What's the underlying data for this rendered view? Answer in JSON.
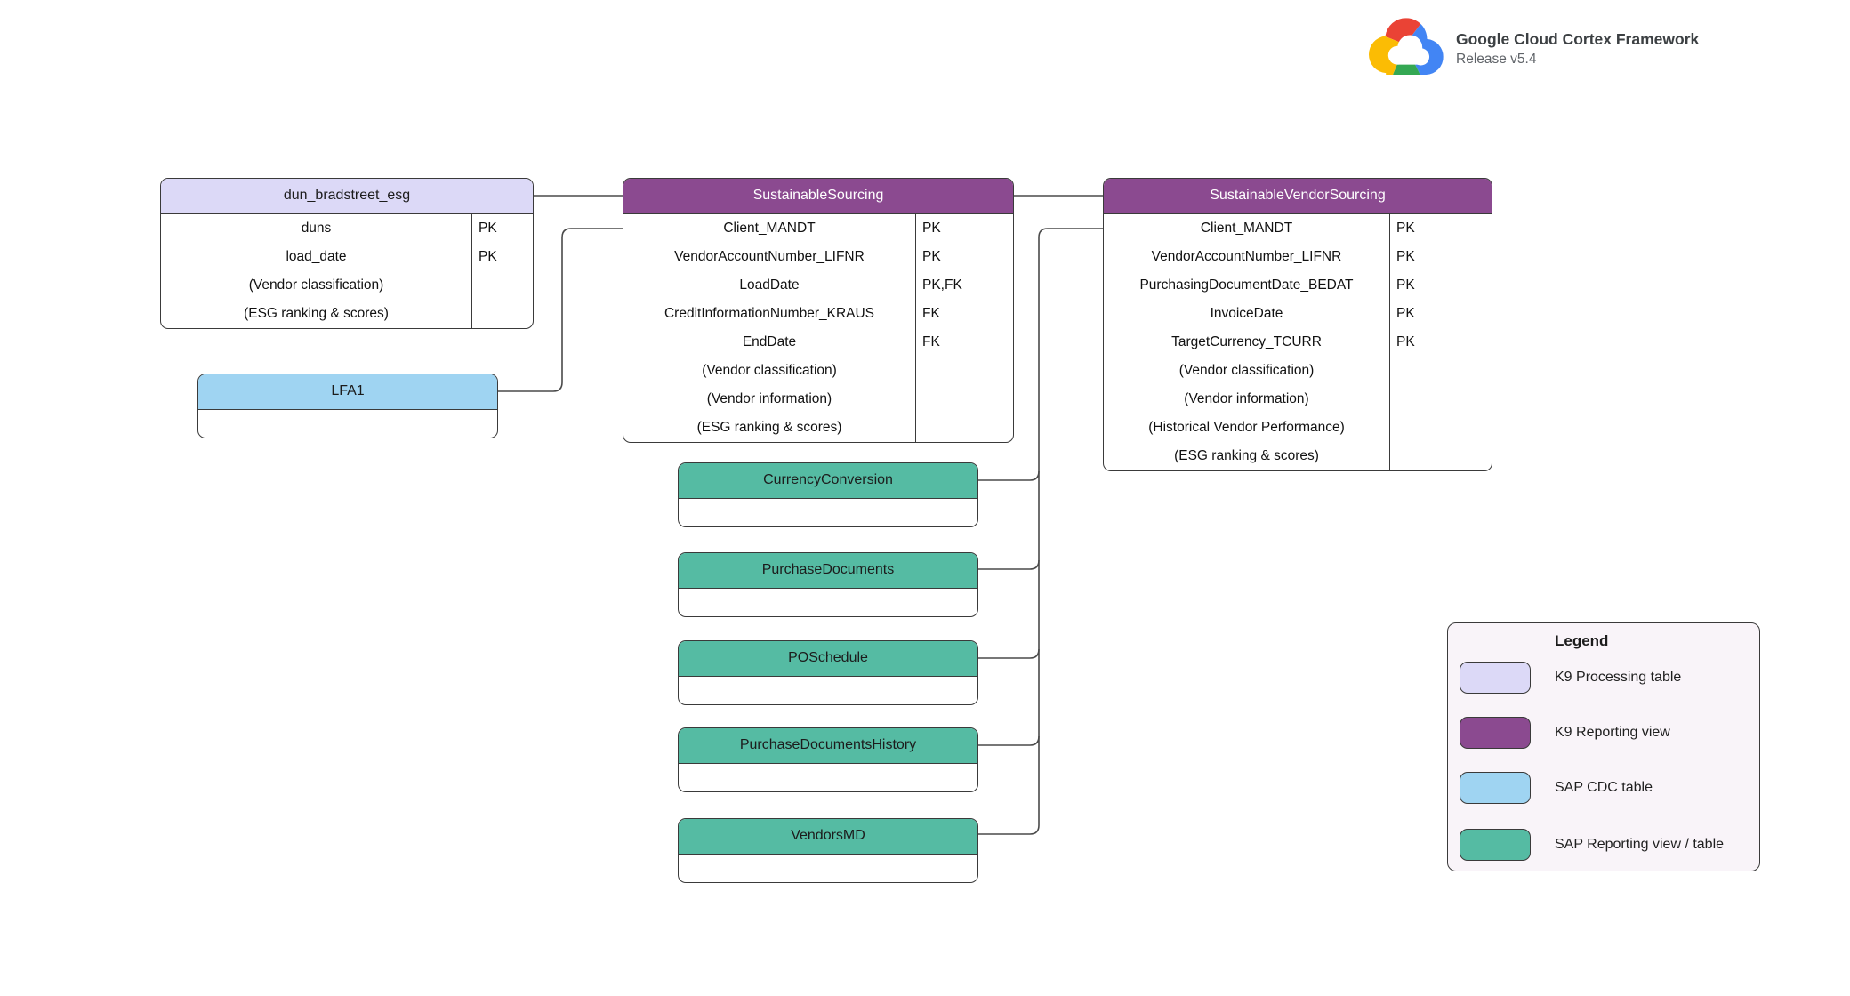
{
  "branding": {
    "title": "Google Cloud Cortex Framework",
    "subtitle": "Release v5.4",
    "logo": "google-cloud-logo"
  },
  "colors": {
    "k9_processing": "#dcd9f7",
    "k9_reporting": "#8b4a90",
    "sap_cdc": "#9fd4f2",
    "sap_reporting": "#55bba3",
    "purple_header_text": "#ffffff",
    "table_border": "#3a3a3a",
    "connector_line": "#4a4a4a",
    "legend_background": "#f9f4f9",
    "canvas_background": "#ffffff"
  },
  "tables": [
    {
      "title": "dun_bradstreet_esg",
      "type": "K9 Processing table",
      "rows": [
        {
          "field": "duns",
          "key": "PK"
        },
        {
          "field": "load_date",
          "key": "PK"
        },
        {
          "field": "(Vendor classification)",
          "key": ""
        },
        {
          "field": "(ESG ranking & scores)",
          "key": ""
        }
      ]
    },
    {
      "title": "SustainableSourcing",
      "type": "K9 Reporting view",
      "rows": [
        {
          "field": "Client_MANDT",
          "key": "PK"
        },
        {
          "field": "VendorAccountNumber_LIFNR",
          "key": "PK"
        },
        {
          "field": "LoadDate",
          "key": "PK,FK"
        },
        {
          "field": "CreditInformationNumber_KRAUS",
          "key": "FK"
        },
        {
          "field": "EndDate",
          "key": "FK"
        },
        {
          "field": "(Vendor classification)",
          "key": ""
        },
        {
          "field": "(Vendor information)",
          "key": ""
        },
        {
          "field": "(ESG ranking & scores)",
          "key": ""
        }
      ]
    },
    {
      "title": "SustainableVendorSourcing",
      "type": "K9 Reporting view",
      "rows": [
        {
          "field": "Client_MANDT",
          "key": "PK"
        },
        {
          "field": "VendorAccountNumber_LIFNR",
          "key": "PK"
        },
        {
          "field": "PurchasingDocumentDate_BEDAT",
          "key": "PK"
        },
        {
          "field": "InvoiceDate",
          "key": "PK"
        },
        {
          "field": "TargetCurrency_TCURR",
          "key": "PK"
        },
        {
          "field": "(Vendor classification)",
          "key": ""
        },
        {
          "field": "(Vendor information)",
          "key": ""
        },
        {
          "field": "(Historical Vendor Performance)",
          "key": ""
        },
        {
          "field": "(ESG ranking & scores)",
          "key": ""
        }
      ]
    },
    {
      "title": "LFA1",
      "type": "SAP CDC table",
      "rows": []
    },
    {
      "title": "CurrencyConversion",
      "type": "SAP Reporting view / table",
      "rows": []
    },
    {
      "title": "PurchaseDocuments",
      "type": "SAP Reporting view / table",
      "rows": []
    },
    {
      "title": "POSchedule",
      "type": "SAP Reporting view / table",
      "rows": []
    },
    {
      "title": "PurchaseDocumentsHistory",
      "type": "SAP Reporting view / table",
      "rows": []
    },
    {
      "title": "VendorsMD",
      "type": "SAP Reporting view / table",
      "rows": []
    }
  ],
  "legend": {
    "title": "Legend",
    "items": [
      {
        "label": "K9 Processing table",
        "color": "#dcd9f7"
      },
      {
        "label": "K9 Reporting view",
        "color": "#8b4a90"
      },
      {
        "label": "SAP CDC table",
        "color": "#9fd4f2"
      },
      {
        "label": "SAP Reporting view / table",
        "color": "#55bba3"
      }
    ]
  }
}
